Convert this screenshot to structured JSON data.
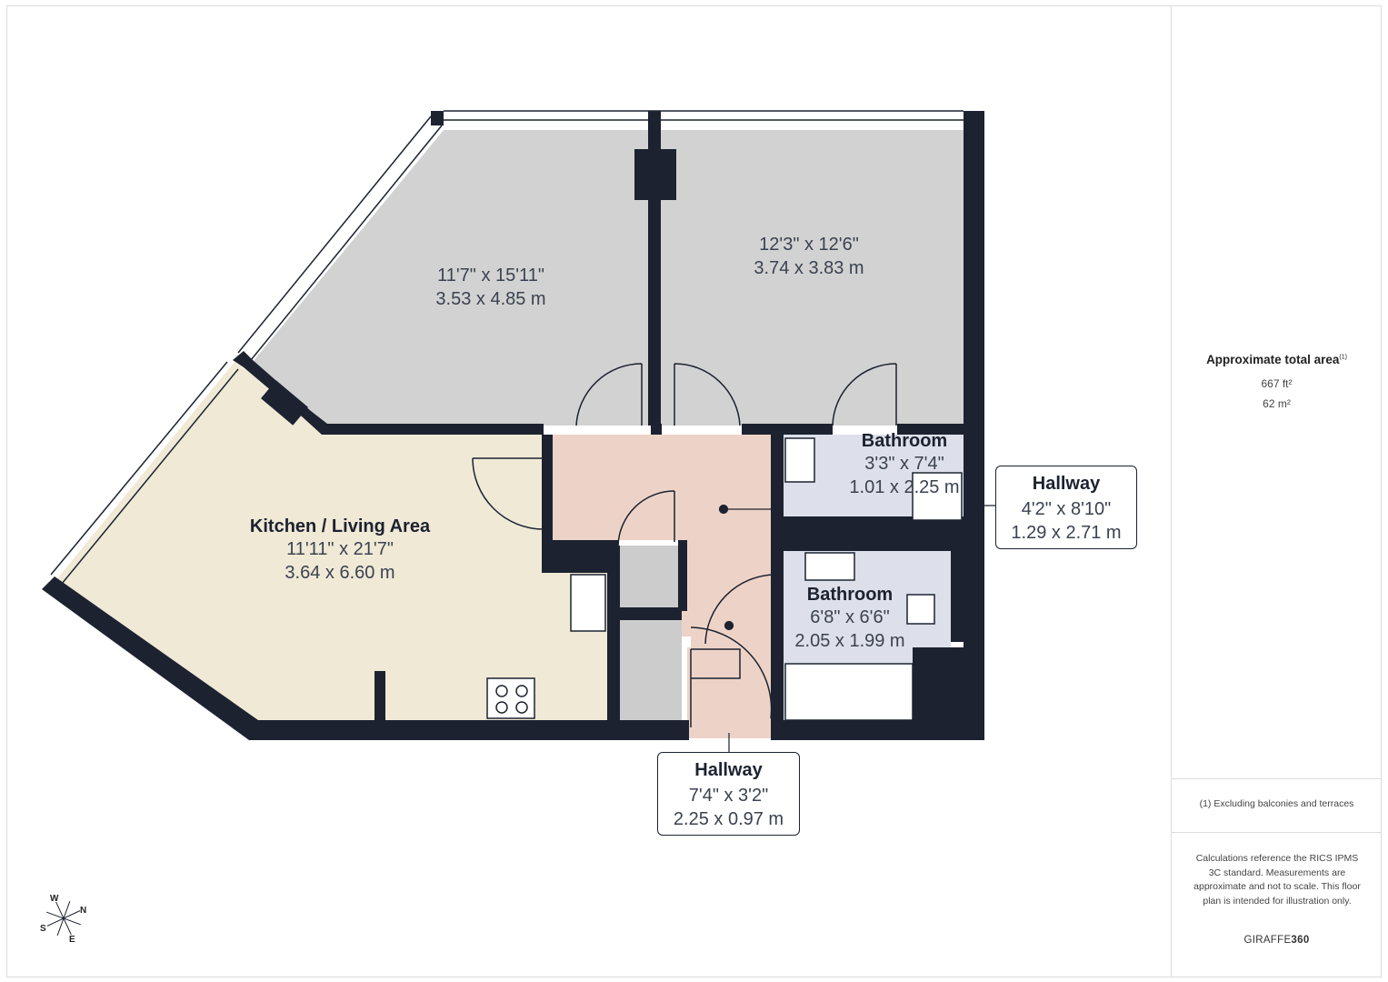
{
  "rooms": {
    "bedroom_left": {
      "imperial": "11'7\" x 15'11\"",
      "metric": "3.53 x 4.85 m"
    },
    "bedroom_right": {
      "imperial": "12'3\" x 12'6\"",
      "metric": "3.74 x 3.83 m"
    },
    "kitchen": {
      "name": "Kitchen / Living Area",
      "imperial": "11'11\" x 21'7\"",
      "metric": "3.64 x 6.60 m"
    },
    "bathroom_small": {
      "name": "Bathroom",
      "imperial": "3'3\" x 7'4\"",
      "metric": "1.01 x 2.25 m"
    },
    "bathroom_large": {
      "name": "Bathroom",
      "imperial": "6'8\" x 6'6\"",
      "metric": "2.05 x 1.99 m"
    },
    "hallway_right": {
      "name": "Hallway",
      "imperial": "4'2\" x 8'10\"",
      "metric": "1.29 x 2.71 m"
    },
    "hallway_bottom": {
      "name": "Hallway",
      "imperial": "7'4\" x 3'2\"",
      "metric": "2.25 x 0.97 m"
    }
  },
  "summary": {
    "title": "Approximate total area",
    "footnote_ref": "(1)",
    "area_ft": "667 ft²",
    "area_m": "62 m²",
    "footnote": "(1) Excluding balconies and terraces",
    "disclaimer": "Calculations reference the RICS IPMS 3C standard. Measurements are approximate and not to scale. This floor plan is intended for illustration only.",
    "brand_a": "GIRAFFE",
    "brand_b": "360"
  },
  "compass": {
    "w": "W",
    "n": "N",
    "s": "S",
    "e": "E"
  },
  "colors": {
    "wall": "#1c2230",
    "bedroom": "#d2d2d2",
    "kitchen": "#f0e9d6",
    "hallway": "#edd3c7",
    "bathroom": "#dde0ea",
    "storage": "#cccccc"
  }
}
